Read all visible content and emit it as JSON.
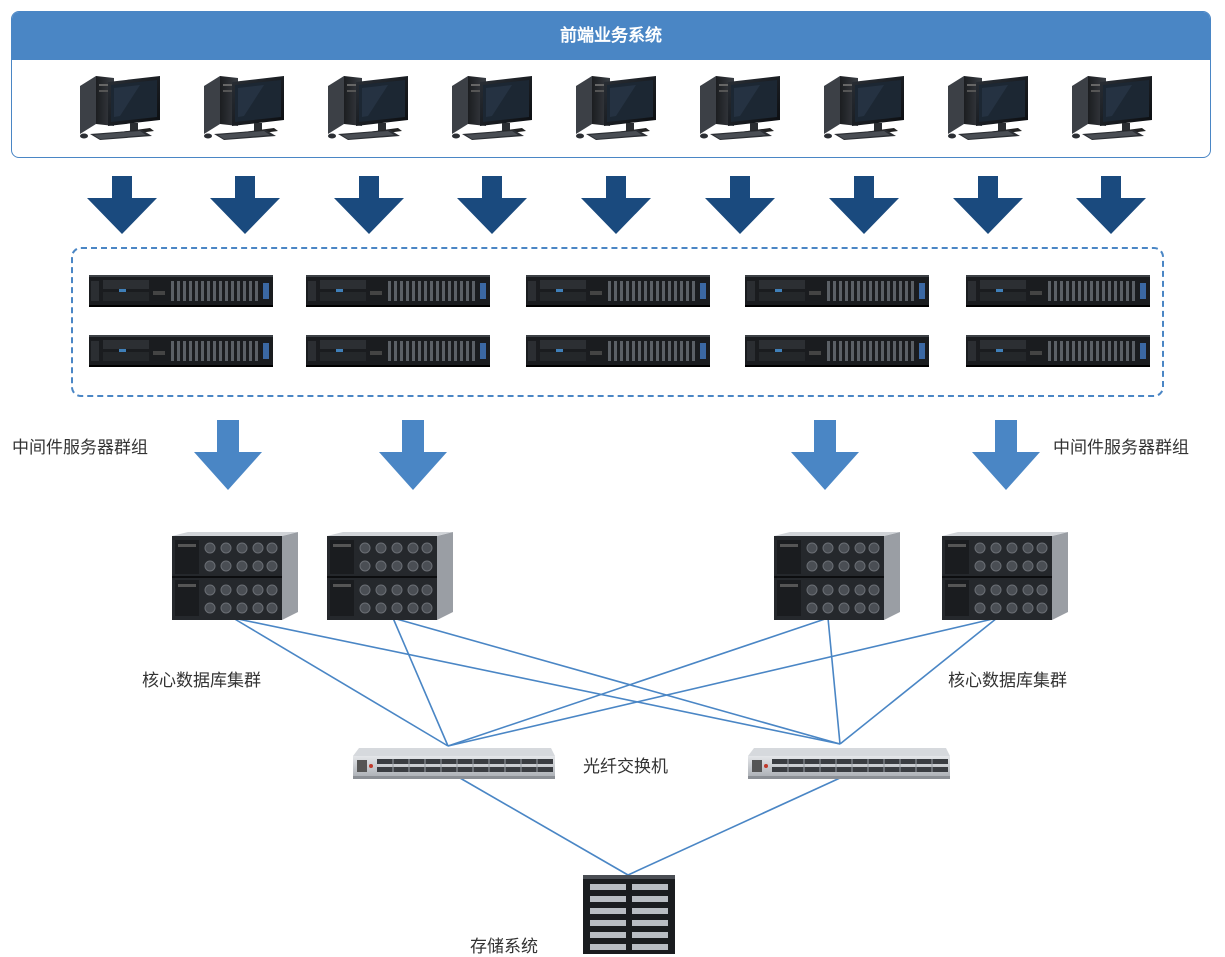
{
  "frontend": {
    "title": "前端业务系统",
    "pc_count": 9
  },
  "middleware": {
    "label_left": "中间件服务器群组",
    "label_right": "中间件服务器群组",
    "rows": 2,
    "cols": 5
  },
  "database": {
    "label_left": "核心数据库集群",
    "label_right": "核心数据库集群",
    "count": 4
  },
  "fc_switch": {
    "label": "光纤交换机",
    "count": 2
  },
  "storage": {
    "label": "存储系统"
  },
  "colors": {
    "primary": "#4a86c5",
    "arrow_dark": "#1a4a7e",
    "arrow_light": "#4a86c5",
    "line": "#4a86c5"
  },
  "icons": [
    "desktop-pc-icon",
    "rack-server-icon",
    "db-server-icon",
    "fc-switch-icon",
    "storage-array-icon"
  ]
}
